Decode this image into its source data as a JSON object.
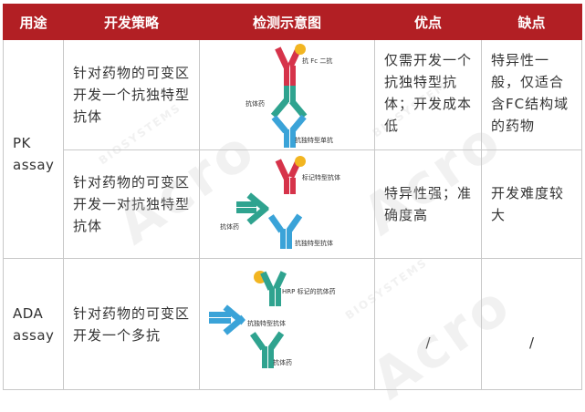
{
  "table": {
    "headers": [
      "用途",
      "开发策略",
      "检测示意图",
      "优点",
      "缺点"
    ],
    "rows": [
      {
        "use": "PK assay",
        "strategy": "针对药物的可变区开发一个抗独特型抗体",
        "diagram_labels": [
          "抗 Fc 二抗",
          "抗体药",
          "抗独特型单抗"
        ],
        "pros": "仅需开发一个抗独特型抗体；开发成本低",
        "cons": "特异性一般，仅适合含FC结构域的药物"
      },
      {
        "use": "",
        "strategy": "针对药物的可变区开发一对抗独特型抗体",
        "diagram_labels": [
          "标记特型抗体",
          "抗体药",
          "抗独特型抗体"
        ],
        "pros": "特异性强；准确度高",
        "cons": "开发难度较大"
      },
      {
        "use": "ADA assay",
        "strategy": "针对药物的可变区开发一个多抗",
        "diagram_labels": [
          "HRP 标记的抗体药",
          "抗独特型抗体",
          "抗体药"
        ],
        "pros": "/",
        "cons": "/"
      }
    ]
  },
  "watermark": {
    "brand": "Acro",
    "sub": "BIOSYSTEMS"
  },
  "colors": {
    "header_bg": "#b21f24",
    "header_text": "#ffffff",
    "border": "#c8c8c8",
    "antibody_red": "#d6334a",
    "antibody_teal": "#2fa38f",
    "antibody_blue": "#3aa3d8",
    "hrp_gold": "#f2b521"
  }
}
